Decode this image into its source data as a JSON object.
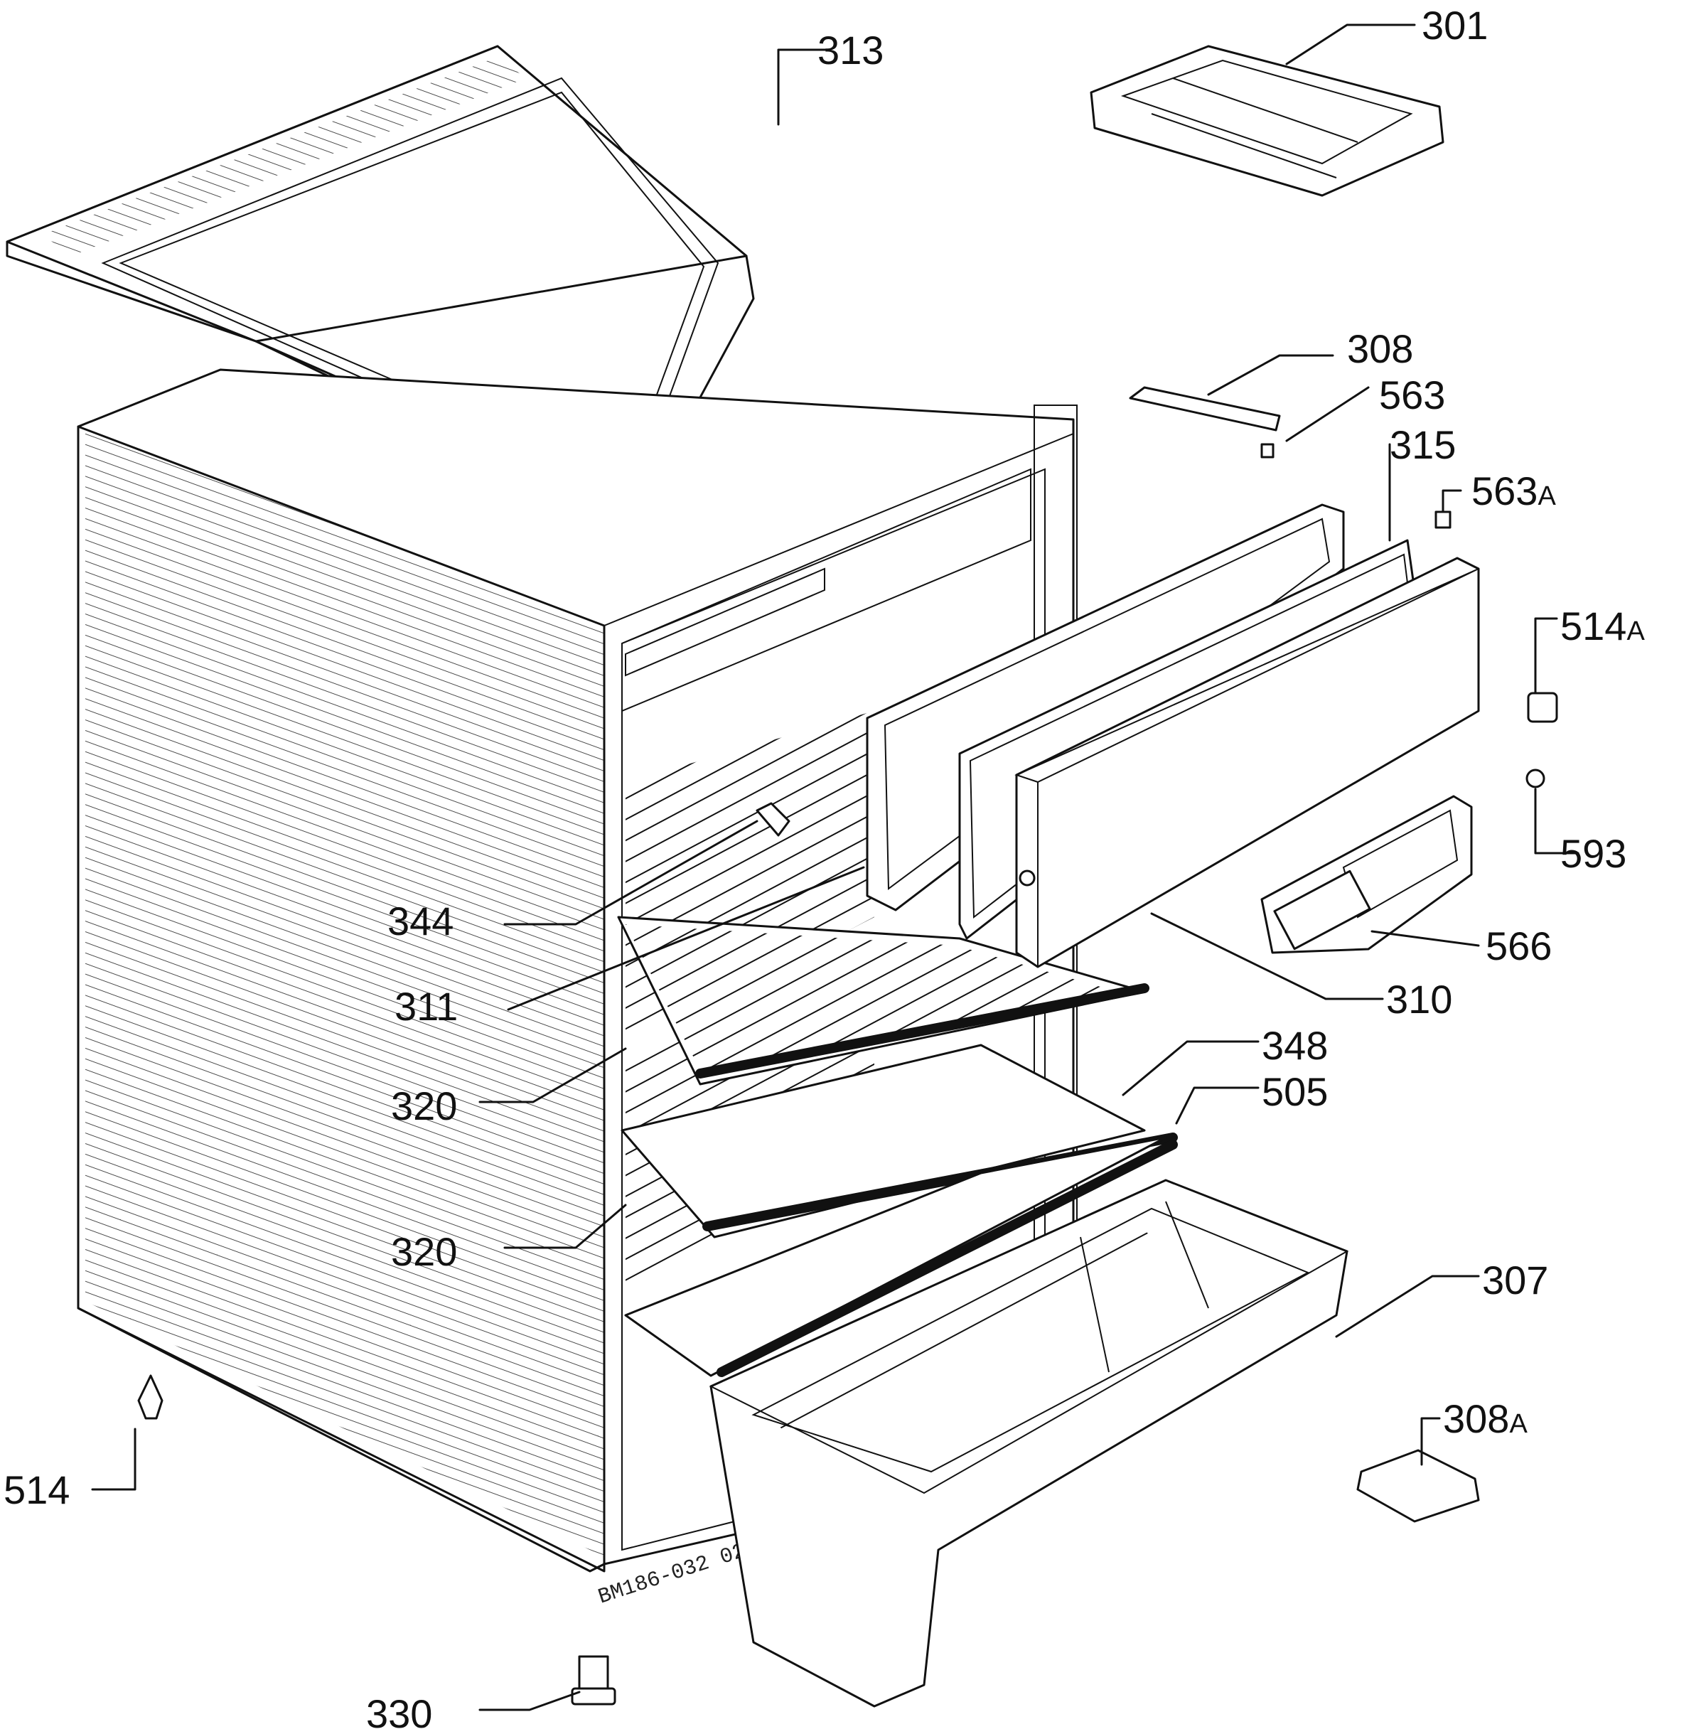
{
  "diagram": {
    "drawing_code": "BM186-032 02",
    "parts": [
      {
        "id": "lbl-313",
        "text": "313"
      },
      {
        "id": "lbl-301",
        "text": "301"
      },
      {
        "id": "lbl-308",
        "text": "308"
      },
      {
        "id": "lbl-563",
        "text": "563"
      },
      {
        "id": "lbl-315",
        "text": "315"
      },
      {
        "id": "lbl-563a",
        "text": "563",
        "suffix": "A"
      },
      {
        "id": "lbl-514a",
        "text": "514",
        "suffix": "A"
      },
      {
        "id": "lbl-593",
        "text": "593"
      },
      {
        "id": "lbl-344",
        "text": "344"
      },
      {
        "id": "lbl-311",
        "text": "311"
      },
      {
        "id": "lbl-566",
        "text": "566"
      },
      {
        "id": "lbl-310",
        "text": "310"
      },
      {
        "id": "lbl-348",
        "text": "348"
      },
      {
        "id": "lbl-505",
        "text": "505"
      },
      {
        "id": "lbl-320a",
        "text": "320"
      },
      {
        "id": "lbl-320b",
        "text": "320"
      },
      {
        "id": "lbl-307",
        "text": "307"
      },
      {
        "id": "lbl-308a",
        "text": "308",
        "suffix": "A"
      },
      {
        "id": "lbl-514",
        "text": "514"
      },
      {
        "id": "lbl-330",
        "text": "330"
      }
    ]
  }
}
